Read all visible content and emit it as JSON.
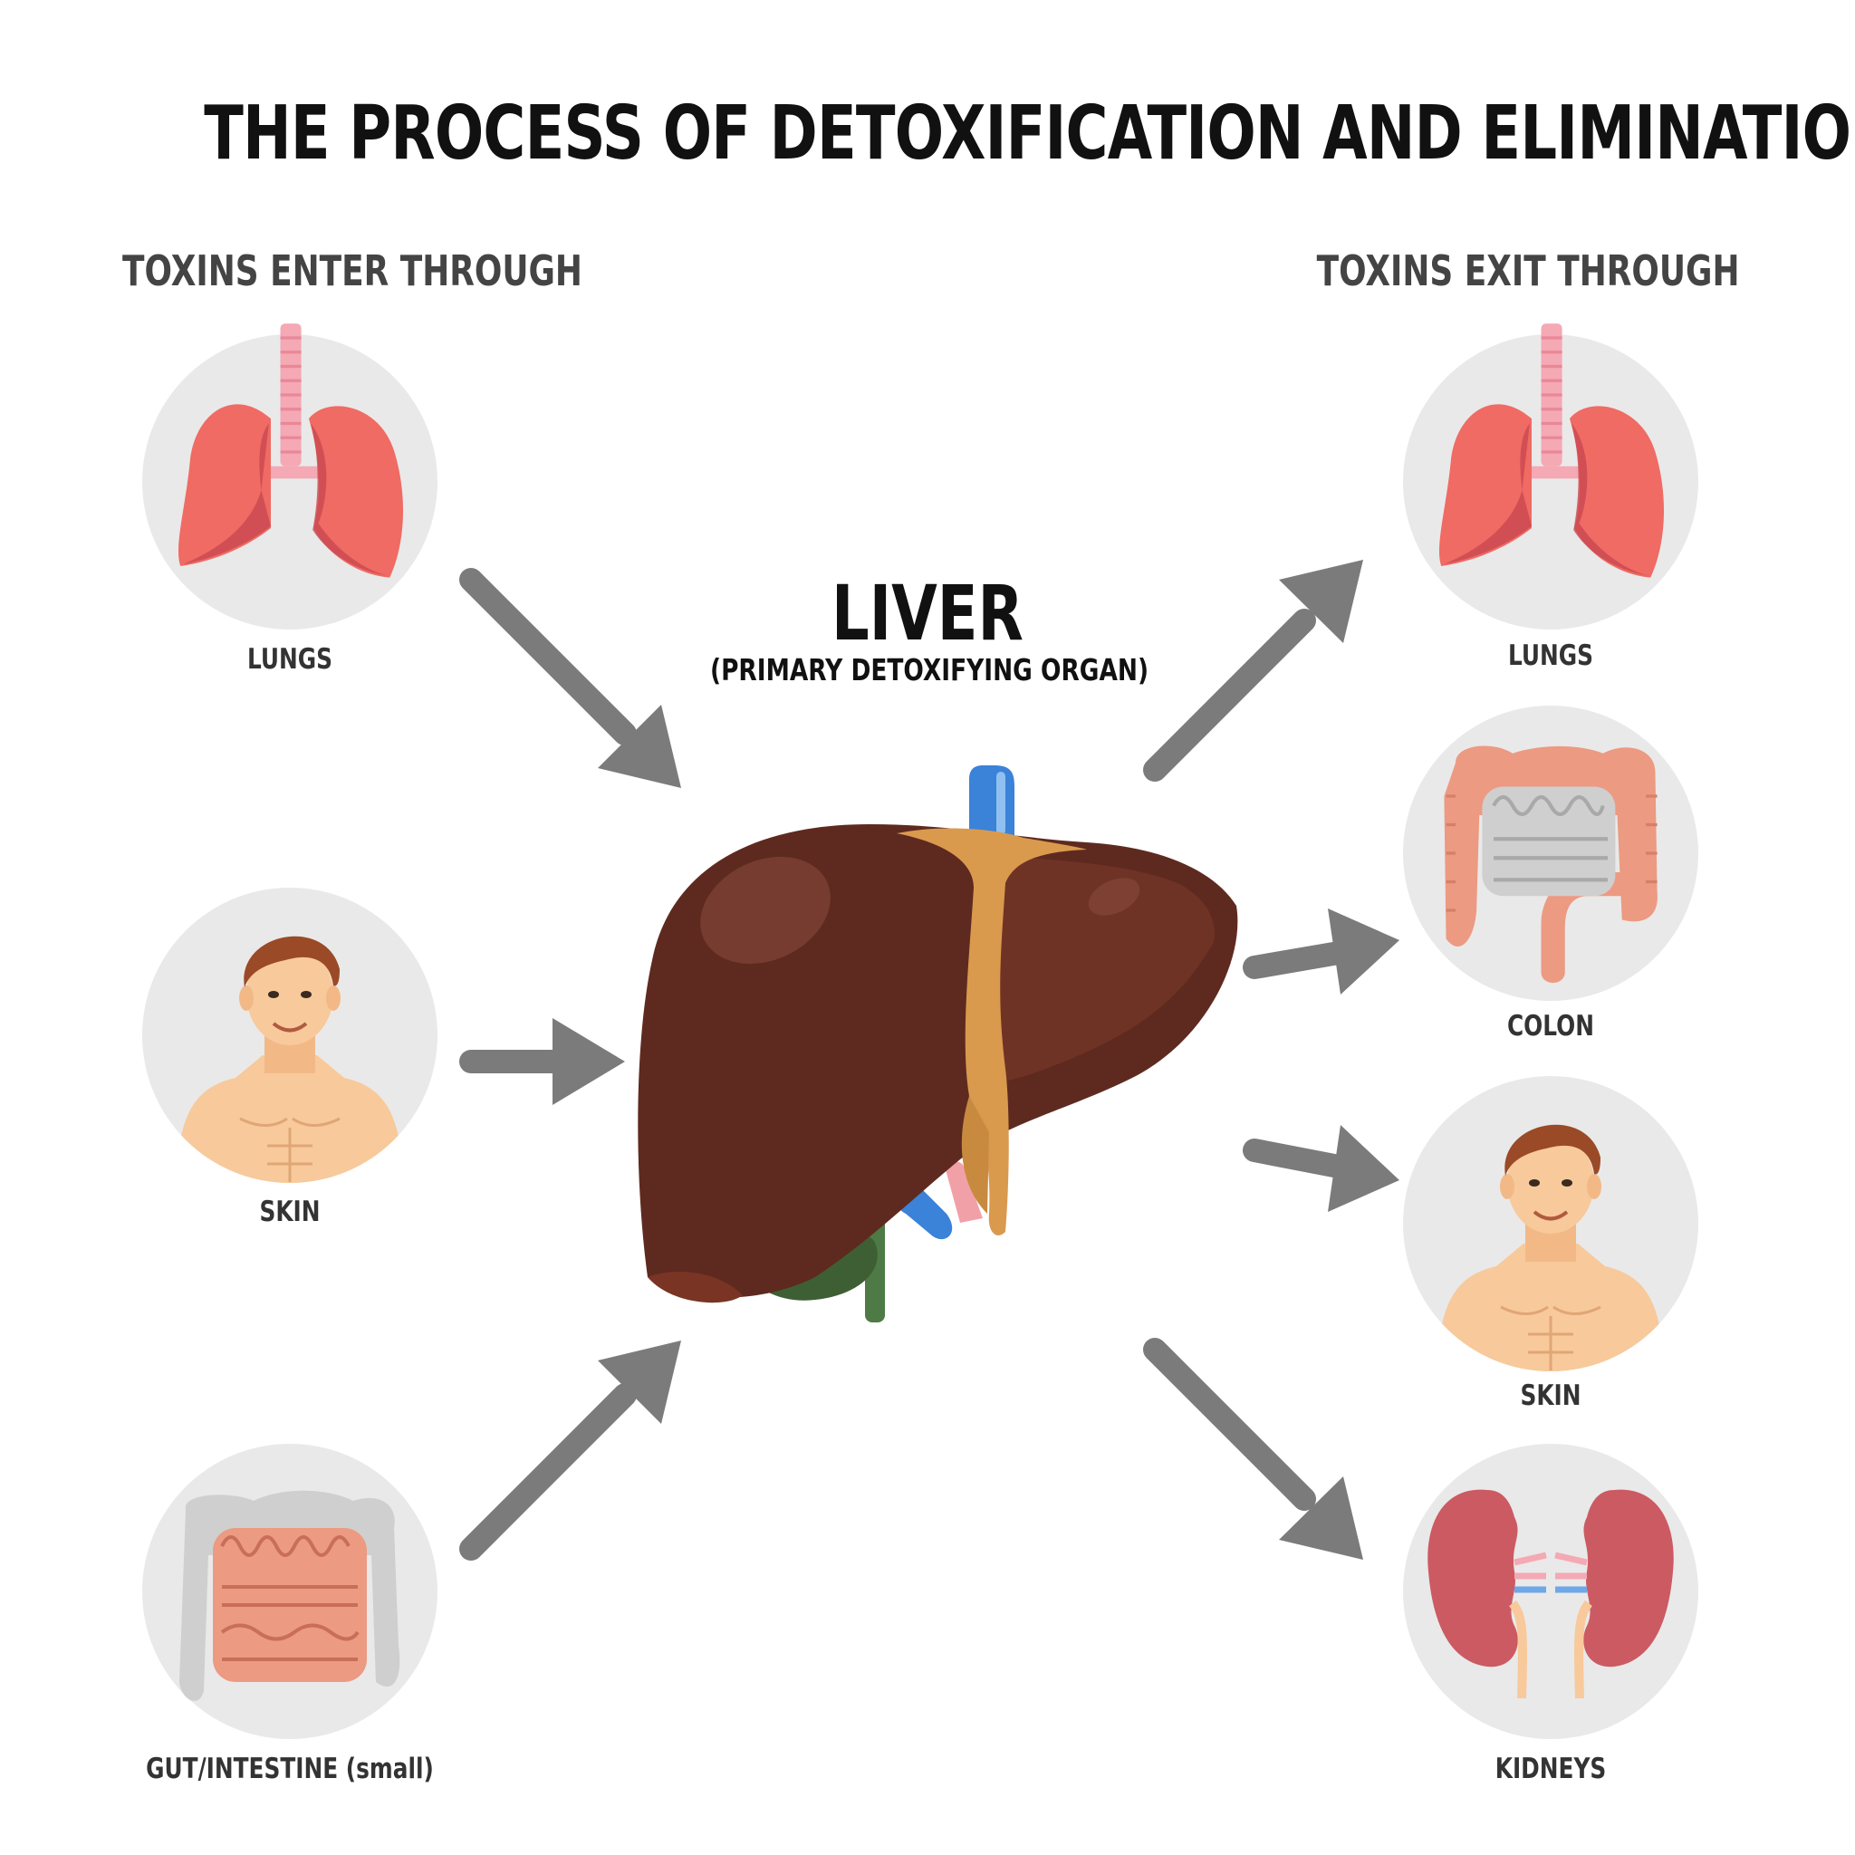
{
  "title": "THE PROCESS OF DETOXIFICATION AND ELIMINATION",
  "enter_heading": "TOXINS ENTER THROUGH",
  "exit_heading": "TOXINS EXIT THROUGH",
  "center": {
    "label": "LIVER",
    "sublabel": "(PRIMARY DETOXIFYING ORGAN)"
  },
  "enter_items": [
    {
      "label": "LUNGS",
      "icon": "lungs-icon"
    },
    {
      "label": "SKIN",
      "icon": "man-torso-icon"
    },
    {
      "label": "GUT/INTESTINE (small)",
      "icon": "small-intestine-icon"
    }
  ],
  "exit_items": [
    {
      "label": "LUNGS",
      "icon": "lungs-icon"
    },
    {
      "label": "COLON",
      "icon": "colon-icon"
    },
    {
      "label": "SKIN",
      "icon": "man-torso-icon"
    },
    {
      "label": "KIDNEYS",
      "icon": "kidneys-icon"
    }
  ],
  "colors": {
    "arrow": "#7b7b7b",
    "circle": "#e9e9e9",
    "liver": "#5e2a1f",
    "lungs": "#ef6b63",
    "skin": "#f8c99b",
    "intestine": "#ec9a82",
    "kidney": "#cc5a62"
  }
}
